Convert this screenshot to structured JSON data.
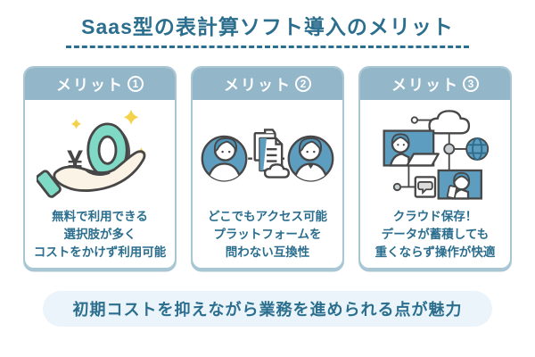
{
  "header": {
    "title": "Saas型の表計算ソフト導入のメリット"
  },
  "cards": [
    {
      "label": "メリット",
      "num": "1",
      "illustration": "hand-offering-free-yen",
      "lines": [
        "無料で利用できる",
        "選択肢が多く",
        "コストをかけず利用可能"
      ]
    },
    {
      "label": "メリット",
      "num": "2",
      "illustration": "people-sharing-document-cloud",
      "lines": [
        "どこでもアクセス可能",
        "プラットフォームを",
        "問わない互換性"
      ]
    },
    {
      "label": "メリット",
      "num": "3",
      "illustration": "cloud-network-devices",
      "lines": [
        "クラウド保存！",
        "データが蓄積しても",
        "重くならず操作が快適"
      ]
    }
  ],
  "footer": {
    "text": "初期コストを抑えながら業務を進められる点が魅力"
  },
  "colors": {
    "title_text": "#2B6E8E",
    "card_header_bg": "#93B6C9",
    "card_border": "#A9C6D5",
    "body_text": "#2B6E8E",
    "footer_pill_bg": "#EAF4FA",
    "mint": "#7EDAC5",
    "steel_blue": "#5D9EC0",
    "hair_blue": "#4E93B8",
    "sparkle_yellow": "#F5D24B",
    "outline": "#474747",
    "hand_cream": "#FBF3E6"
  }
}
